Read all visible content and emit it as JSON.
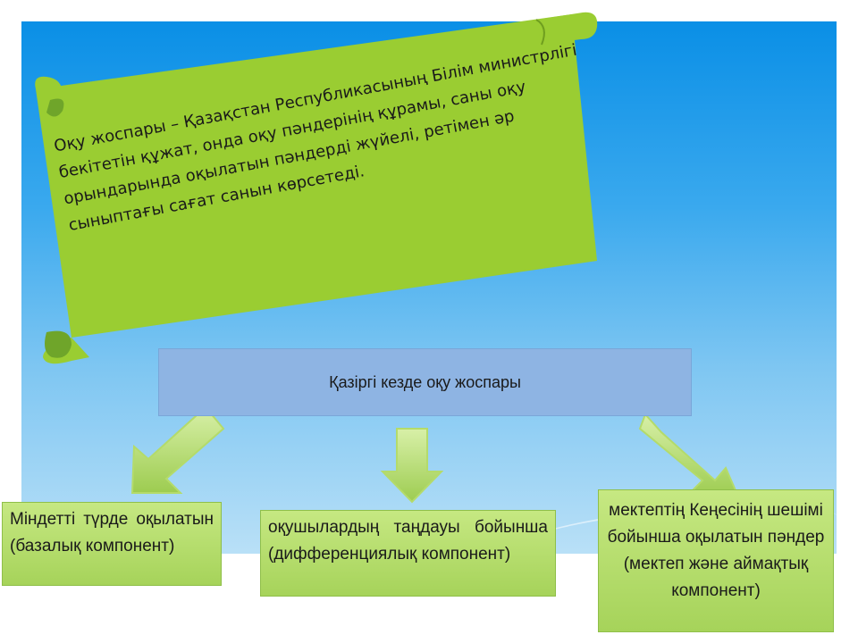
{
  "scroll": {
    "definition": "Оқу жоспары – Қазақстан Республикасының Білім министрлігі бекітетін құжат, онда оқу пәндерінің құрамы, саны оқу орындарында оқылатын пәндерді жүйелі, ретімен әр  сыныптағы  сағат санын көрсетеді."
  },
  "header": {
    "label": "Қазіргі кезде оқу жоспары"
  },
  "components": [
    {
      "label": "Міндетті түрде оқылатын (базалық компонент)"
    },
    {
      "label": "оқушылардың таңдауы бойынша (дифференциялық компонент)"
    },
    {
      "label": "мектептің Кеңесінің шешімі бойынша оқылатын пәндер (мектеп және аймақтық компонент)"
    }
  ],
  "colors": {
    "scroll_fill": "#9acd32",
    "header_fill": "#8eb4e3",
    "box_fill": "#b5de6e",
    "arrow_fill": "#b8e070"
  }
}
